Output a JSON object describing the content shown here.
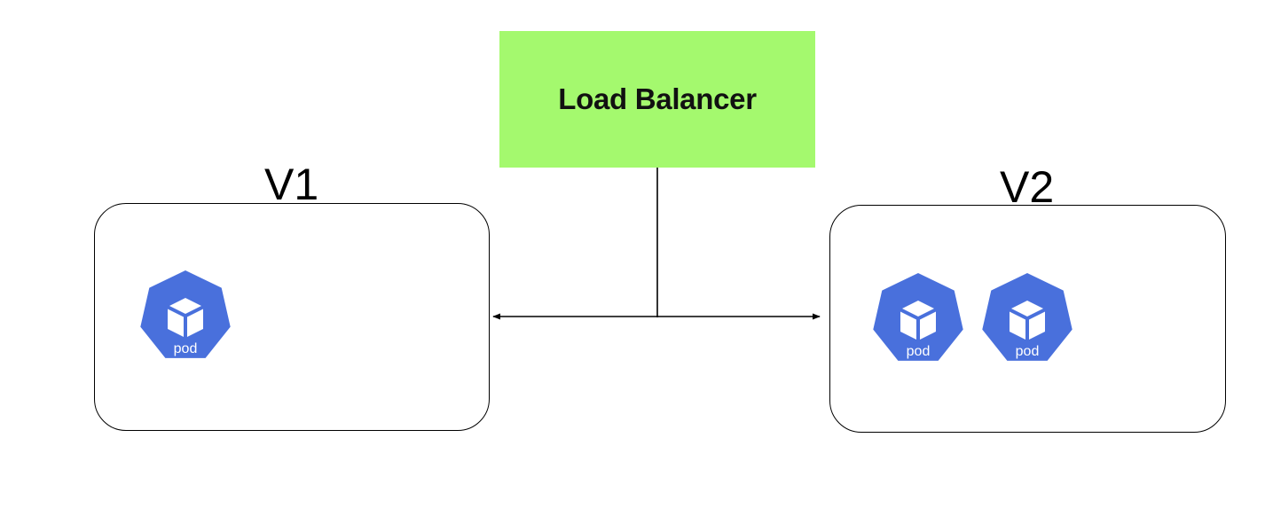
{
  "load_balancer": {
    "label": "Load Balancer",
    "fill_color": "#a4f96e"
  },
  "groups": [
    {
      "label": "V1",
      "pod_count": 1
    },
    {
      "label": "V2",
      "pod_count": 2
    }
  ],
  "pod": {
    "label": "pod",
    "icon": "kubernetes-pod-icon",
    "color": "#4970dc",
    "icon_color": "#ffffff"
  },
  "line_color": "#000000"
}
